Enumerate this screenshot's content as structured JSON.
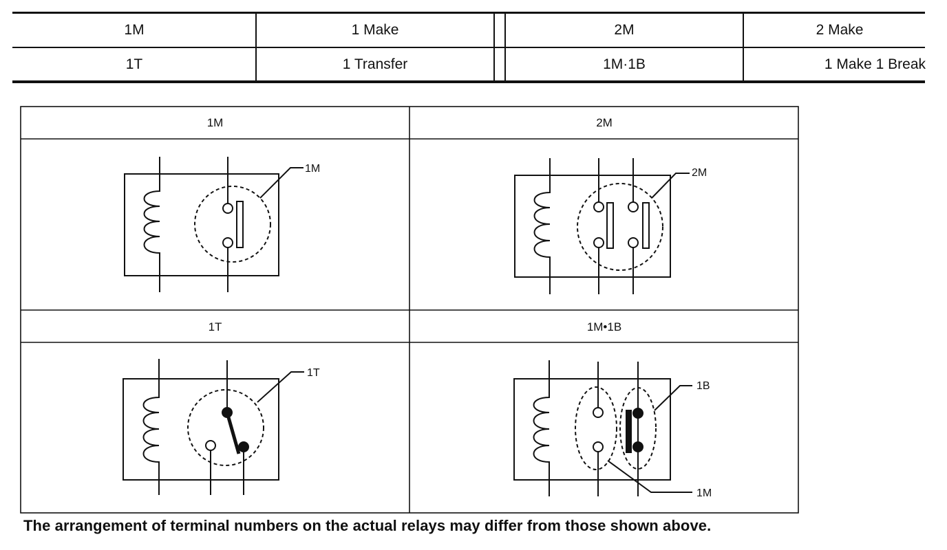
{
  "legend_table": {
    "rows": [
      {
        "code_a": "1M",
        "desc_a": "1 Make",
        "code_b": "2M",
        "desc_b": "2 Make"
      },
      {
        "code_a": "1T",
        "desc_a": "1 Transfer",
        "code_b": "1M·1B",
        "desc_b": "1 Make 1 Break"
      }
    ]
  },
  "panels": {
    "p1": {
      "header": "1M",
      "callout": "1M"
    },
    "p2": {
      "header": "2M",
      "callout": "2M"
    },
    "p3": {
      "header": "1T",
      "callout": "1T"
    },
    "p4": {
      "header": "1M•1B",
      "callout_break": "1B",
      "callout_make": "1M"
    }
  },
  "footnote": "The arrangement of terminal numbers on the actual relays may differ from those shown above."
}
